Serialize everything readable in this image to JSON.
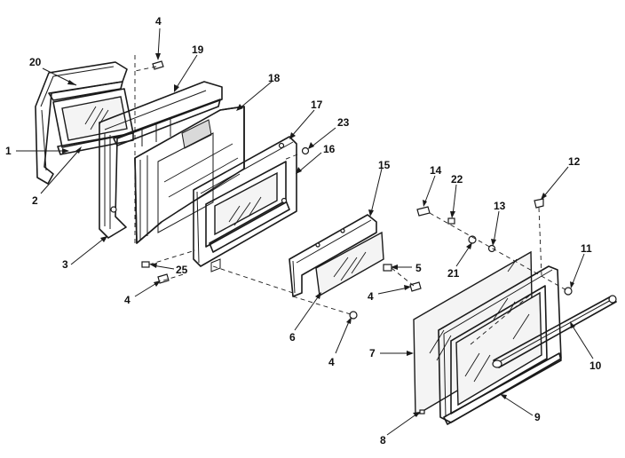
{
  "callouts": [
    {
      "id": "c1",
      "text": "1"
    },
    {
      "id": "c2",
      "text": "2"
    },
    {
      "id": "c3",
      "text": "3"
    },
    {
      "id": "c4a",
      "text": "4"
    },
    {
      "id": "c4b",
      "text": "4"
    },
    {
      "id": "c4c",
      "text": "4"
    },
    {
      "id": "c4d",
      "text": "4"
    },
    {
      "id": "c5",
      "text": "5"
    },
    {
      "id": "c6",
      "text": "6"
    },
    {
      "id": "c7",
      "text": "7"
    },
    {
      "id": "c8",
      "text": "8"
    },
    {
      "id": "c9",
      "text": "9"
    },
    {
      "id": "c10",
      "text": "10"
    },
    {
      "id": "c11",
      "text": "11"
    },
    {
      "id": "c12",
      "text": "12"
    },
    {
      "id": "c13",
      "text": "13"
    },
    {
      "id": "c14",
      "text": "14"
    },
    {
      "id": "c15",
      "text": "15"
    },
    {
      "id": "c16",
      "text": "16"
    },
    {
      "id": "c17",
      "text": "17"
    },
    {
      "id": "c18",
      "text": "18"
    },
    {
      "id": "c19",
      "text": "19"
    },
    {
      "id": "c20",
      "text": "20"
    },
    {
      "id": "c21",
      "text": "21"
    },
    {
      "id": "c22",
      "text": "22"
    },
    {
      "id": "c23",
      "text": "23"
    },
    {
      "id": "c25",
      "text": "25"
    }
  ]
}
